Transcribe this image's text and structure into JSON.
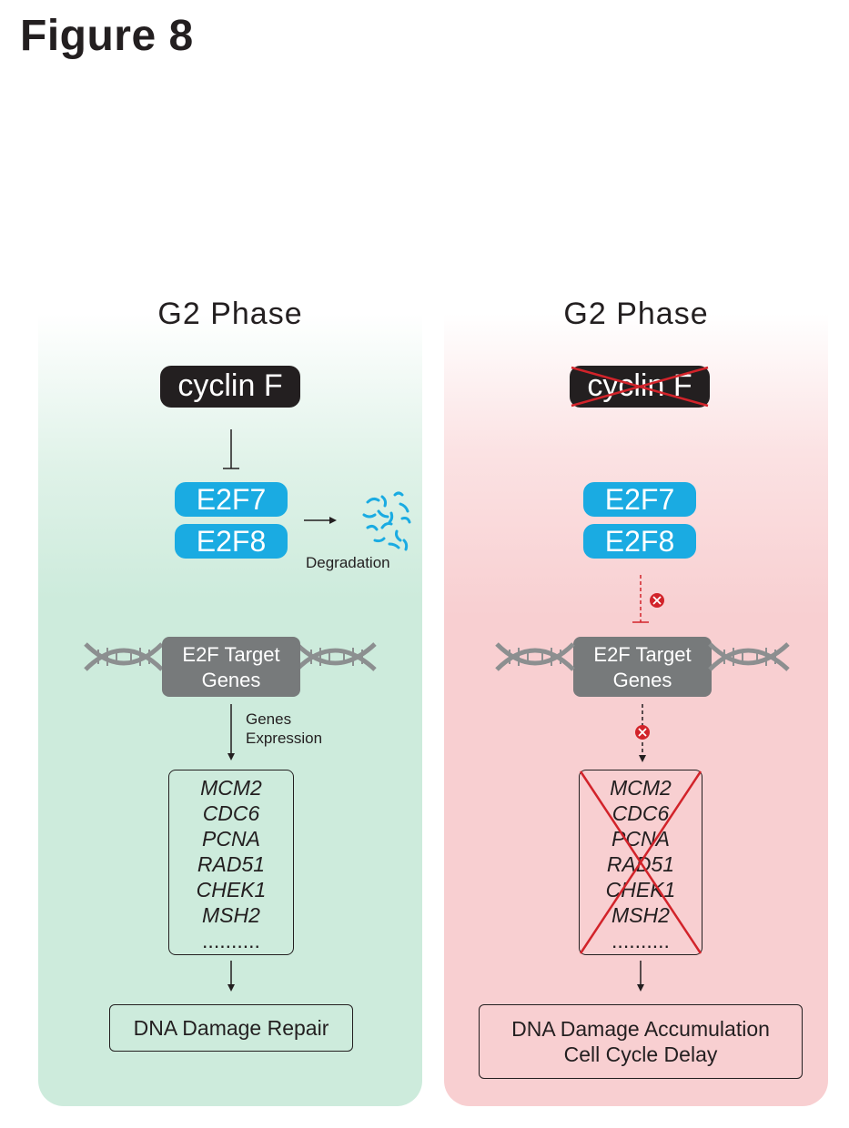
{
  "figure": {
    "title": "Figure 8"
  },
  "left_panel": {
    "phase": "G2 Phase",
    "regulator": "cyclin F",
    "factors": [
      "E2F7",
      "E2F8"
    ],
    "degradation_label": "Degradation",
    "target": {
      "line1": "E2F Target",
      "line2": "Genes"
    },
    "expression_label": {
      "line1": "Genes",
      "line2": "Expression"
    },
    "genes": [
      "MCM2",
      "CDC6",
      "PCNA",
      "RAD51",
      "CHEK1",
      "MSH2",
      ".........."
    ],
    "outcome": {
      "line1": "DNA Damage Repair",
      "line2": ""
    }
  },
  "right_panel": {
    "phase": "G2 Phase",
    "regulator": "cyclin F",
    "factors": [
      "E2F7",
      "E2F8"
    ],
    "target": {
      "line1": "E2F Target",
      "line2": "Genes"
    },
    "genes": [
      "MCM2",
      "CDC6",
      "PCNA",
      "RAD51",
      "CHEK1",
      "MSH2",
      ".........."
    ],
    "outcome": {
      "line1": "DNA Damage Accumulation",
      "line2": "Cell Cycle Delay"
    }
  },
  "colors": {
    "green_panel": "#cdebdc",
    "red_panel": "#f8cfd1",
    "e2f_blue": "#1aabe2",
    "target_gray": "#777a7b",
    "cross_red": "#d2232a",
    "cyclin_black": "#231f20"
  }
}
